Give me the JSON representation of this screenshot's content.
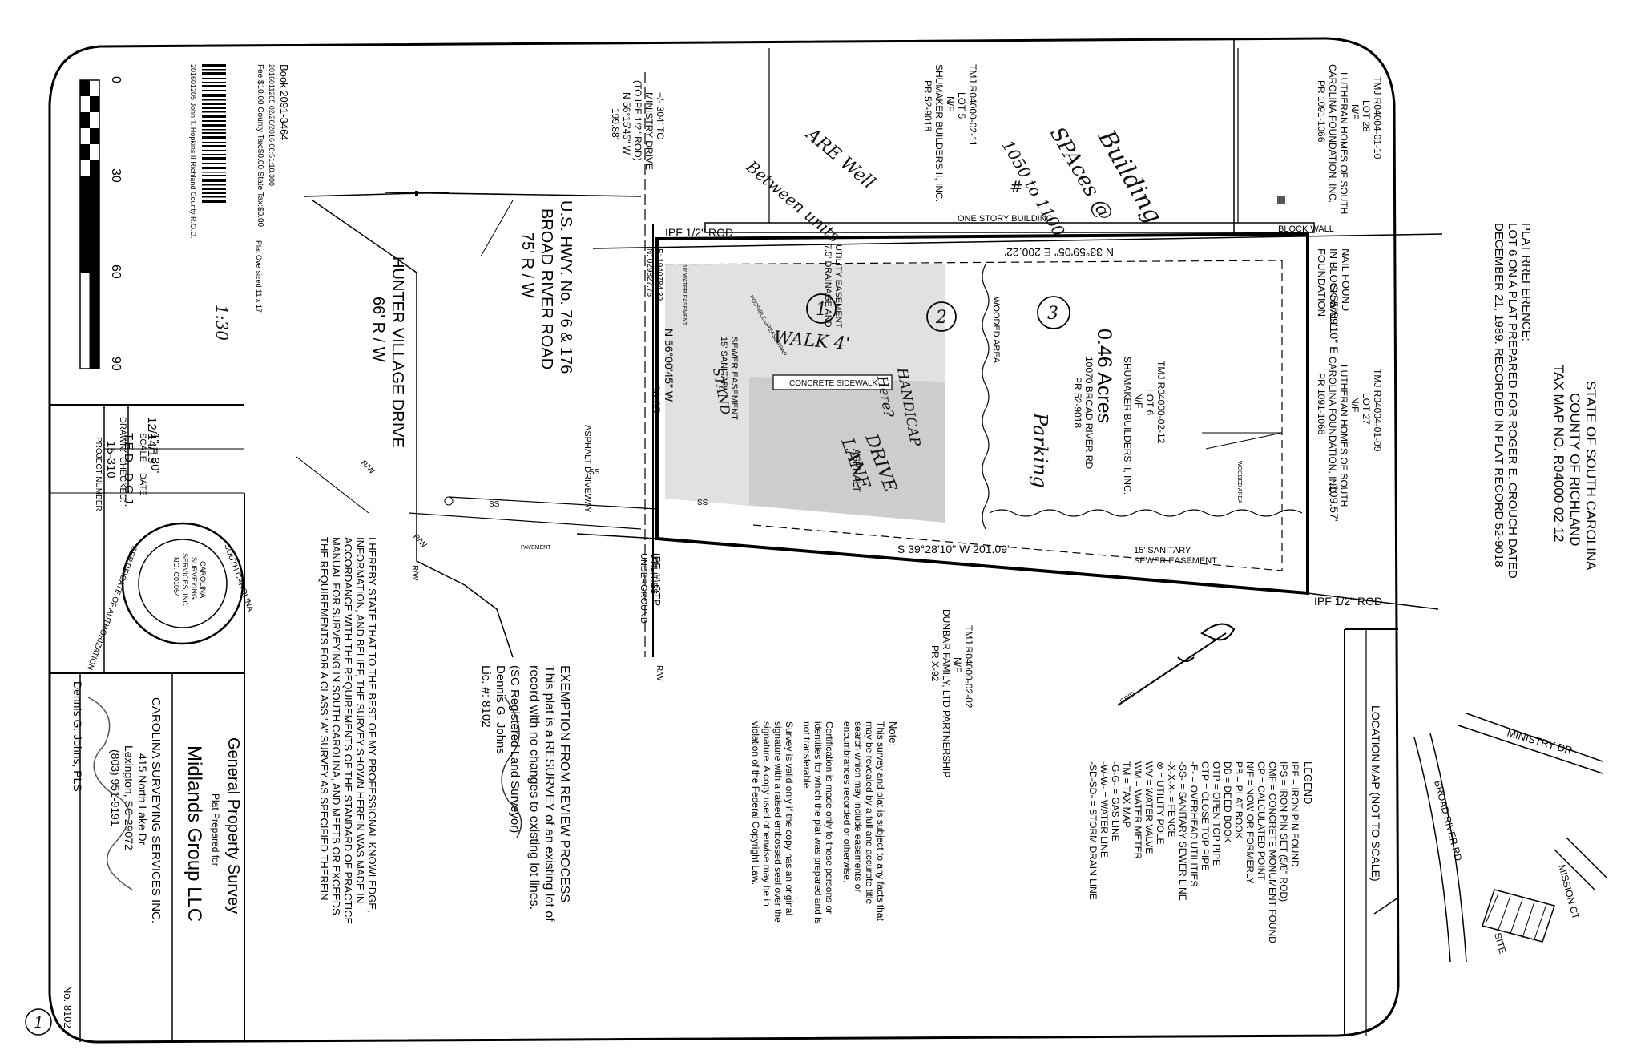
{
  "colors": {
    "ink": "#000000",
    "paper": "#ffffff",
    "shade": "#d9d9d9"
  },
  "recording": {
    "book": "Book 2091-3464",
    "line2": "2016011205  02/26/2016 08:51:18.300",
    "line3": "Fee:$10.00    County Tax:$0.00    State Tax:$0.00",
    "line4": "201601205  John T. Hopkins II        Richland County R.O.D.",
    "oversized": "Plat Oversized 11 x 17",
    "note": "1:30"
  },
  "scale_bar": {
    "t0": "0",
    "t1": "30",
    "t2": "60",
    "t3": "90"
  },
  "state_header": {
    "l1": "STATE OF SOUTH CAROLINA",
    "l2": "COUNTY OF RICHLAND",
    "l3": "TAX MAP NO. R04000-02-12"
  },
  "plat_reference": {
    "l1": "PLAT RREFERENCE:",
    "l2": "LOT 6 ON A PLAT PREPARED FOR ROGER E. CROUCH DATED",
    "l3": "DECEMBER 21, 1989. RECORDED IN PLAT RECORD 52-9018"
  },
  "adjoiners": {
    "a1": [
      "TMJ R04004-01-10",
      "LOT 28",
      "N/F",
      "LUTHERAN HOMES OF SOUTH",
      "CAROLINA FOUNDATION, INC.",
      "PR 1091-1066"
    ],
    "a2": [
      "TMJ R04004-01-09",
      "LOT 27",
      "N/F",
      "LUTHERAN HOMES OF SOUTH",
      "CAROLINA FOUNDATION, INC.",
      "PR 1091-1066"
    ],
    "a3": [
      "TMJ R04000-02-11",
      "LOT 5",
      "N/F",
      "SHUMAKER BUILDERS II, INC.",
      "PR 52-9018"
    ],
    "a4": [
      "TMJ R04000-02-02",
      "N/F",
      "DUNBAR FAMILY, LTD PARTNERSHIP",
      "PR X-92"
    ]
  },
  "subject_lot": {
    "tm": "TMJ R04000-02-12",
    "lot": "LOT 6",
    "nf": "N/F",
    "owner": "SHUMAKER BUILDERS II, INC.",
    "area": "0.46 Acres",
    "address": "10070 BROAD RIVER RD",
    "pr": "PR 52-9018"
  },
  "bearings": {
    "north": "N 33°59'05\" E     200.22'",
    "east": "S 55°59'10\" E",
    "east_dist": "109.57'",
    "south": "S 39°28'10\" W        201.09'",
    "west": "N 56°00'45\" W",
    "west_dist": "90.35'"
  },
  "site_labels": {
    "one_story": "ONE STORY BUILDING",
    "block_wall": "BLOCK WALL",
    "nail_found": [
      "NAIL FOUND",
      "IN BLOCK WALL",
      "FOUNDATION"
    ],
    "ipf_top": "IPF 1/2\" ROD",
    "ipf_right": "IPF 1/2\" ROD",
    "ipf_bottom": "IPF 1\" OTP",
    "drainage": [
      "7.5' DRAINAGE AND",
      "UTILITY EASEMENT"
    ],
    "wooded1": "WOODED AREA",
    "wooded2": "WOODED AREA",
    "sewer_ease_right": [
      "15' SANITARY",
      "SEWER EASEMENT"
    ],
    "sewer_ease_left": [
      "15' SANITARY",
      "SEWER EASEMENT"
    ],
    "concrete": "CONCRETE SIDEWALK",
    "asphalt": "ASPHALT",
    "asphalt_drive": "ASPHALT DRIVEWAY",
    "pavement": "PAVEMENT",
    "underground": [
      "UNDERGROUND",
      "UTILITIES"
    ],
    "water_ease": "10' WATER EASEMENT",
    "possible": "POSSIBLE GREASE TRAP",
    "ministry": [
      "+/- 304' TO",
      "MINISTRY DRIVE",
      "(TO IPF 1/2\" ROD)",
      "N 56°15'45\" W",
      "199.88'"
    ],
    "coords": [
      "N: 029827.76",
      "E: 1940784.39"
    ],
    "rw1": "R/W",
    "rw2": "R/W",
    "rw3": "R/W",
    "rw4": "R/W"
  },
  "roads": {
    "hwy1": "U.S. HWY. No. 76 & 176",
    "hwy2": "BROAD RIVER ROAD",
    "hwy3": "75' R / W",
    "hunter1": "HUNTER VILLAGE DRIVE",
    "hunter2": "66' R / W"
  },
  "handwriting": {
    "building": "Building",
    "spaces": "SPAces @",
    "range": "1050 to 1100",
    "hash": "#",
    "are_well": "ARE Well",
    "between": "Between units",
    "walk": "WALK 4'",
    "stand": "STAND",
    "handicap": "HANDICAP",
    "here": "Here?",
    "parking": "Parking",
    "drive": "DRIVE",
    "lane": "LANE",
    "n1": "1",
    "n2": "2",
    "n3": "3",
    "circle": "1"
  },
  "north_arrow": "GRID",
  "location_map": {
    "title": "LOCATION MAP (NOT TO SCALE)",
    "ministry": "MINISTRY DR",
    "broad": "BROAD RIVER RD",
    "mission": "MISSION CT",
    "site": "SITE"
  },
  "legend": {
    "title": "LEGEND:",
    "items": [
      "IPF   =  IRON PIN FOUND",
      "IPS   =  IRON PIN SET (5/8\" ROD)",
      "CMF   =  CONCRETE MONUMENT FOUND",
      "CP    =  CALCULATED POINT",
      "N/F   =  NOW OR FORMERLY",
      "PB    =  PLAT BOOK",
      "DB    =  DEED BOOK",
      "OTP   =  OPEN TOP PIPE",
      "CTP   =  CLOSE TOP PIPE",
      "-E-   =  OVERHEAD UTILITIES",
      "-SS-  =  SANITARY SEWER LINE",
      "-X-X-X-  =  FENCE",
      "⊗     =  UTILITY POLE",
      "WV    =  WATER VALVE",
      "WM    =  WATER METER",
      "TM    =  TAX MAP",
      "-G-G-  =  GAS LINE",
      "-W-W-  =  WATER LINE",
      "-SD-SD-  =  STORM DRAIN LINE"
    ]
  },
  "note": {
    "title": "Note:",
    "p1": [
      "This survey and plat is subject to any facts that",
      "may be revealed by a full and accurate title",
      "search which may include easements or",
      "encumbrances recorded or otherwise."
    ],
    "p2": [
      "Certification is made only to those persons or",
      "identities for which the plat was prepared and is",
      "not transferable."
    ],
    "p3": [
      "Survey is valid only if the copy has an original",
      "signature with a raised embossed seal over the",
      "signature. A copy used otherwise may be in",
      "violation of the Federal Copyright Law."
    ]
  },
  "exemption": {
    "title": "EXEMPTION FROM REVIEW PROCESS",
    "l1": "This plat is a RESURVEY of an existing lot of",
    "l2": "record with no changes to existing lot lines.",
    "sig1": "(SC Registered Land Surveyor)",
    "sig2": "Dennis G. Johns",
    "sig3": "Lic. #: 8102"
  },
  "certification": [
    "I HEREBY STATE THAT TO THE BEST OF MY PROFESSIONAL KNOWLEDGE,",
    "INFORMATION, AND BELIEF, THE SURVEY SHOWN HEREIN WAS MADE IN",
    "ACCORDANCE WITH THE REQUIREMENTS OF THE STANDARD OF PRACTICE",
    "MANUAL FOR SURVEYING IN SOUTH CAROLINA, AND MEETS OR EXCEEDS",
    "THE REQUIREMENTS FOR A CLASS \"A\" SURVEY AS SPECIFIED THEREIN."
  ],
  "seal": {
    "ring_top": "SOUTH CAROLINA",
    "ring_bottom": "CERTIFICATE OF AUTHORIZATION",
    "l1": "CAROLINA",
    "l2": "SURVEYING",
    "l3": "SERVICES, INC.",
    "l4": "NO. C01054"
  },
  "title_block": {
    "drawn_label": "DRAWN:",
    "drawn": "T.E.D.",
    "checked_label": "CHECKED:",
    "checked": "D.G.J.",
    "scale_label": "SCALE",
    "scale": "1\" = 30'",
    "date_label": "DATE",
    "date": "12/14/15",
    "project_label": "PROJECT NUMBER",
    "project": "15-310"
  },
  "survey_title": {
    "l1": "General Property Survey",
    "l2": "Plat Prepared for",
    "l3": "Midlands Group LLC",
    "l4": "CAROLINA SURVEYING SERVICES INC.",
    "l5": "415 North Lake Dr.",
    "l6": "Lexington, SC 29072",
    "l7": "(803) 951-9191"
  },
  "signature": {
    "name": "Dennis G. Johns, PLS",
    "no": "No. 8102"
  }
}
